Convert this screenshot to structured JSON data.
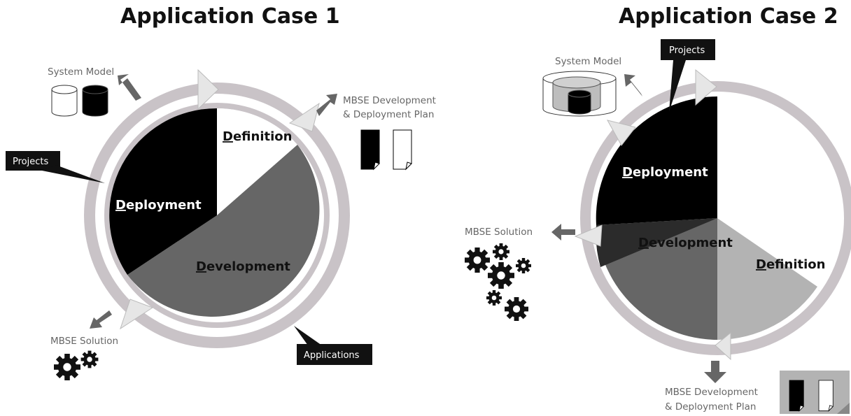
{
  "case1": {
    "title": "Application Case 1",
    "system_model": "System Model",
    "mbse_plan_line1": "MBSE Development",
    "mbse_plan_line2": "& Deployment Plan",
    "projects": "Projects",
    "applications": "Applications",
    "mbse_solution": "MBSE Solution",
    "definition_first": "D",
    "definition_rest": "efinition",
    "deployment_first": "D",
    "deployment_rest": "eployment",
    "development_first": "D",
    "development_rest": "evelopment"
  },
  "case2": {
    "title": "Application Case 2",
    "system_model": "System Model",
    "projects": "Projects",
    "mbse_solution": "MBSE Solution",
    "mbse_plan_line1": "MBSE Development",
    "mbse_plan_line2": "& Deployment Plan",
    "deployment_first": "D",
    "deployment_rest": "eployment",
    "development_first": "D",
    "development_rest": "evelopment",
    "definition_first": "D",
    "definition_rest": "efinition"
  },
  "colors": {
    "ring": "#c9c3c7",
    "black": "#000000",
    "dark_grey": "#666666",
    "light_grey": "#b3b3b3",
    "arrow": "#666666"
  }
}
